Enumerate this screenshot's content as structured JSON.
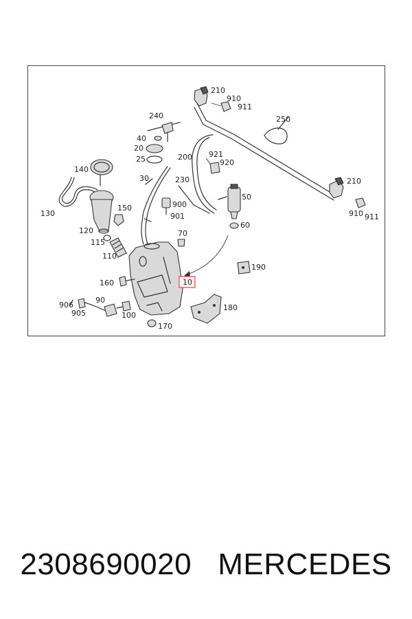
{
  "diagram": {
    "highlighted_part": "10",
    "callouts": {
      "c210a": "210",
      "c910a": "910",
      "c911a": "911",
      "c240": "240",
      "c40": "40",
      "c20": "20",
      "c25": "25",
      "c250": "250",
      "c200": "200",
      "c921": "921",
      "c920": "920",
      "c140": "140",
      "c30": "30",
      "c230": "230",
      "c210b": "210",
      "c130": "130",
      "c150": "150",
      "c900": "900",
      "c901": "901",
      "c50": "50",
      "c910b": "910",
      "c911b": "911",
      "c120": "120",
      "c70": "70",
      "c60": "60",
      "c115": "115",
      "c110": "110",
      "c190": "190",
      "c160": "160",
      "c10": "10",
      "c906": "906",
      "c90": "90",
      "c180": "180",
      "c905": "905",
      "c100": "100",
      "c170": "170"
    }
  },
  "caption": {
    "part_number": "2308690020",
    "brand": "MERCEDES"
  }
}
